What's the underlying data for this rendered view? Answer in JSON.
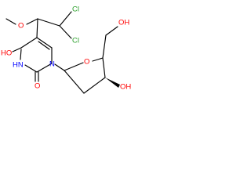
{
  "molecule": {
    "atom_labels": {
      "cl_top": "Cl",
      "cl_bottom": "Cl",
      "methoxy_o": "O",
      "hydroxy_ho_c4": "HO",
      "hydroxy_oh_ch2": "OH",
      "ring_o_sugar": "O",
      "hydroxy_oh_c3": "OH",
      "nh": "HN",
      "ring_n": "N",
      "carbonyl_o": "O"
    },
    "colors": {
      "bond": "#000000",
      "oxygen": "#ff0000",
      "nitrogen": "#0000ff",
      "chlorine": "#2ca02c",
      "carbon": "#000000"
    }
  }
}
